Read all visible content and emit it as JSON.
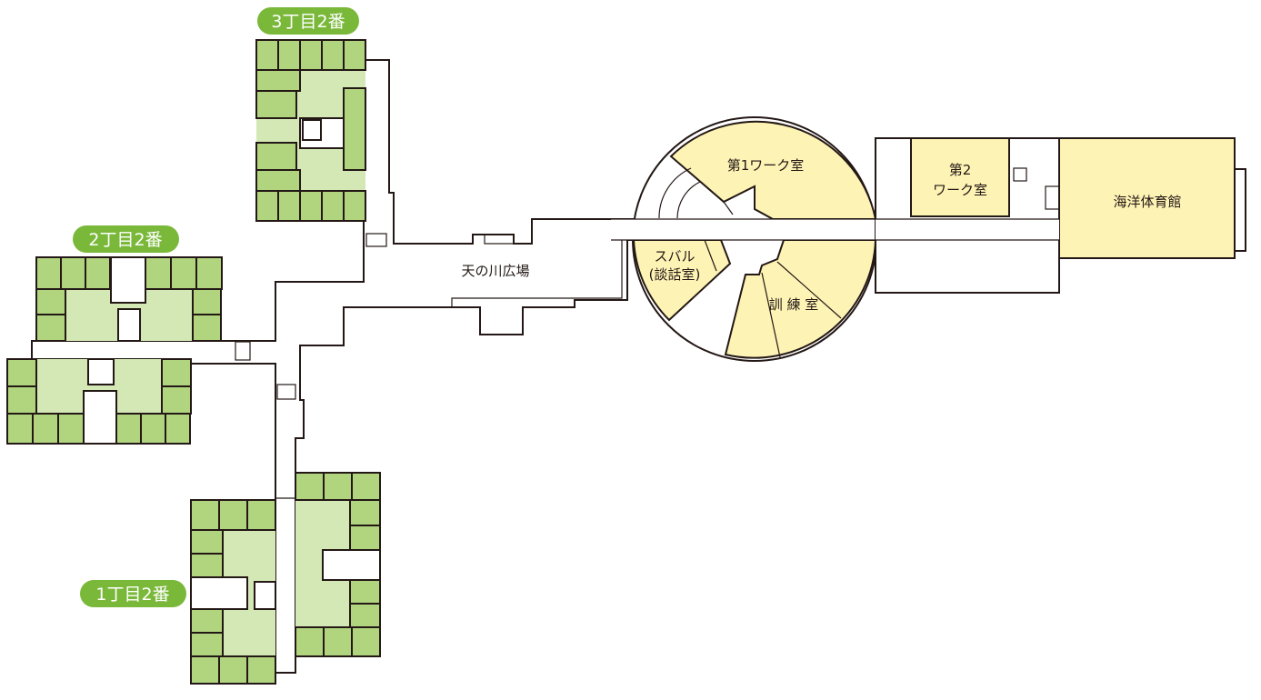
{
  "blocks": {
    "block3": "3丁目2番",
    "block2": "2丁目2番",
    "block1": "1丁目2番"
  },
  "rooms": {
    "plaza": "天の川広場",
    "work1": "第1ワーク室",
    "work2_line1": "第2",
    "work2_line2": "ワーク室",
    "gym": "海洋体育館",
    "subaru_line1": "スバル",
    "subaru_line2": "(談話室)",
    "training": "訓 練 室"
  },
  "colors": {
    "residential_room": "#b1d57f",
    "residential_common": "#d4e8b6",
    "facility": "#fdf3b5",
    "block_tag": "#7ab83a"
  }
}
